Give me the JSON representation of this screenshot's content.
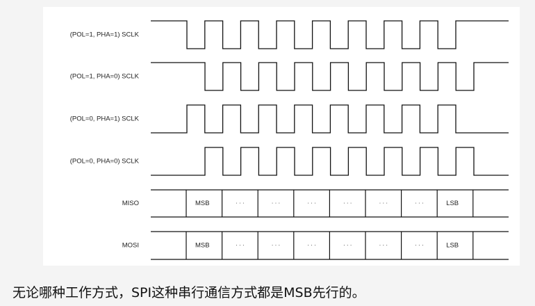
{
  "signals": [
    {
      "key": "sclk-pol1-pha1",
      "label": "(POL=1, PHA=1) SCLK",
      "kind": "clock",
      "idle": "high",
      "lead": 52
    },
    {
      "key": "sclk-pol1-pha0",
      "label": "(POL=1, PHA=0) SCLK",
      "kind": "clock",
      "idle": "high",
      "lead": 78
    },
    {
      "key": "sclk-pol0-pha1",
      "label": "(POL=0, PHA=1) SCLK",
      "kind": "clock",
      "idle": "low",
      "lead": 52
    },
    {
      "key": "sclk-pol0-pha0",
      "label": "(POL=0, PHA=0) SCLK",
      "kind": "clock",
      "idle": "low",
      "lead": 78
    }
  ],
  "clock": {
    "pulses": 8
  },
  "data_lines": [
    {
      "key": "miso",
      "label": "MISO",
      "cells": [
        "MSB",
        "· · ·",
        "· · ·",
        "· · ·",
        "· · ·",
        "· · ·",
        "· · ·",
        "LSB"
      ]
    },
    {
      "key": "mosi",
      "label": "MOSI",
      "cells": [
        "MSB",
        "· · ·",
        "· · ·",
        "· · ·",
        "· · ·",
        "· · ·",
        "· · ·",
        "LSB"
      ]
    }
  ],
  "caption": "无论哪种工作方式，SPI这种串行通信方式都是MSB先行的。"
}
